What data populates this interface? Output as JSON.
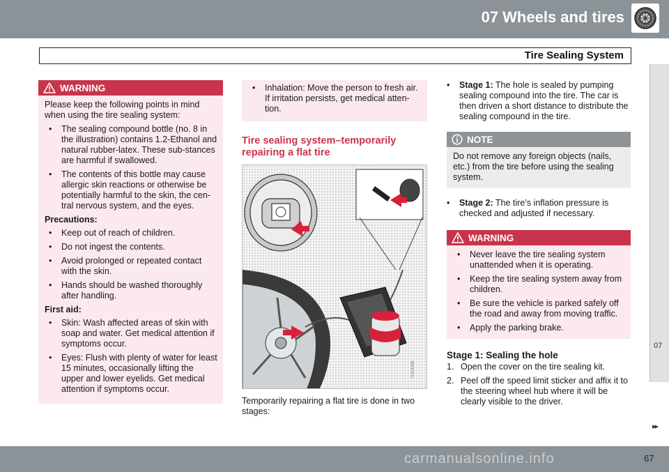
{
  "header": {
    "chapter_title": "07 Wheels and tires",
    "section_title": "Tire Sealing System"
  },
  "side_tab": {
    "chapter_number": "07",
    "next_arrows": "▸▸"
  },
  "footer": {
    "page_number": "67",
    "watermark": "carmanualsonline.info"
  },
  "colors": {
    "warning": "#c9344c",
    "note": "#8f9397",
    "band": "#8c9398",
    "warning_bg": "#fbe9ee",
    "note_bg": "#ececec"
  },
  "icons": {
    "warning": "warning-triangle-icon",
    "note": "info-circle-icon",
    "chapter": "tire-icon"
  },
  "left": {
    "warning_label": "WARNING",
    "intro": "Please keep the following points in mind when using the tire sealing system:",
    "bullets": [
      "The sealing compound bottle (no. 8 in the illustration) contains 1.2-Ethanol and natural rubber-latex. These sub-stances are harmful if swallowed.",
      "The contents of this bottle may cause allergic skin reactions or otherwise be potentially harmful to the skin, the cen-tral nervous system, and the eyes."
    ],
    "precautions_label": "Precautions:",
    "precautions": [
      "Keep out of reach of children.",
      "Do not ingest the contents.",
      "Avoid prolonged or repeated contact with the skin.",
      "Hands should be washed thoroughly after handling."
    ],
    "first_aid_label": "First aid:",
    "first_aid": [
      "Skin: Wash affected areas of skin with soap and water. Get medical attention if symptoms occur.",
      "Eyes: Flush with plenty of water for least 15 minutes, occasionally lifting the upper and lower eyelids. Get medical attention if symptoms occur."
    ]
  },
  "middle": {
    "inhalation": "Inhalation: Move the person to fresh air. If irritation persists, get medical atten-tion.",
    "heading": "Tire sealing system–temporarily repairing a flat tire",
    "figure_code": "G014336",
    "caption": "Temporarily repairing a flat tire is done in two stages:"
  },
  "right": {
    "stage1_label": "Stage 1:",
    "stage1_text": " The hole is sealed by pumping sealing compound into the tire. The car is then driven a short distance to distribute the sealing compound in the tire.",
    "note_label": "NOTE",
    "note_text": "Do not remove any foreign objects (nails, etc.) from the tire before using the sealing system.",
    "stage2_label": "Stage 2:",
    "stage2_text": " The tire’s inflation pressure is checked and adjusted if necessary.",
    "warning_label": "WARNING",
    "warning_items": [
      "Never leave the tire sealing system unattended when it is operating.",
      "Keep the tire sealing system away from children.",
      "Be sure the vehicle is parked safely off the road and away from moving traffic.",
      "Apply the parking brake."
    ],
    "subheading": "Stage 1: Sealing the hole",
    "steps": [
      {
        "num": "1.",
        "text": "Open the cover on the tire sealing kit."
      },
      {
        "num": "2.",
        "text": "Peel off the speed limit sticker and affix it to the steering wheel hub where it will be clearly visible to the driver."
      }
    ]
  }
}
